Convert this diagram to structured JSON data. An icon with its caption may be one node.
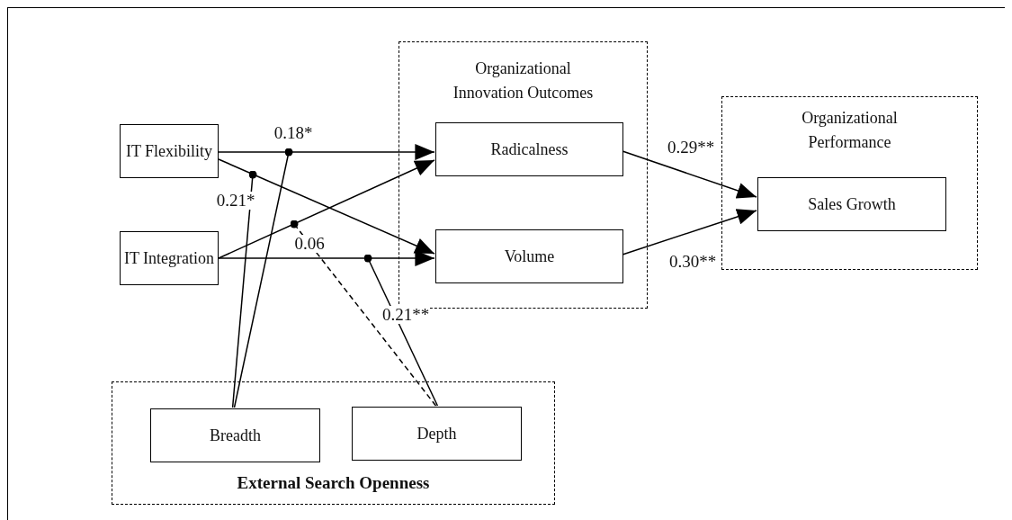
{
  "diagram": {
    "nodes": [
      {
        "text": [
          "IT Flexibility"
        ]
      },
      {
        "text": [
          "IT Integration"
        ]
      },
      {
        "text": [
          "Organizational Innovation Outcomes"
        ]
      },
      {
        "text": [
          "Radicalness"
        ],
        "in": 2
      },
      {
        "text": [
          "Volume"
        ],
        "in": 2
      },
      {
        "text": [
          "Organizational Performance"
        ]
      },
      {
        "text": [
          "Sales Growth"
        ],
        "in": 5
      },
      {
        "text": [
          "External Search Openness"
        ]
      },
      {
        "text": [
          "Breadth"
        ],
        "in": 7
      },
      {
        "text": [
          "Depth"
        ],
        "in": 7
      }
    ],
    "edges": [
      {
        "from": 0,
        "to": 3,
        "arrow": "to"
      },
      {
        "from": 0,
        "to": 4,
        "arrow": "to"
      },
      {
        "from": 1,
        "to": 3,
        "arrow": "to"
      },
      {
        "from": 1,
        "to": 4,
        "arrow": "to"
      },
      {
        "from": 3,
        "to": 6,
        "arrow": "to",
        "label": "0.29**"
      },
      {
        "from": 4,
        "to": 6,
        "arrow": "to",
        "label": "0.30**"
      },
      {
        "from": 8,
        "to": null,
        "arrow": "other",
        "label": "0.18*"
      },
      {
        "from": 8,
        "to": null,
        "arrow": "other",
        "label": "0.21*"
      },
      {
        "from": 9,
        "to": null,
        "arrow": "other",
        "label": "0.06",
        "style": "dashed"
      },
      {
        "from": 9,
        "to": null,
        "arrow": "other",
        "label": "0.21**"
      }
    ]
  }
}
